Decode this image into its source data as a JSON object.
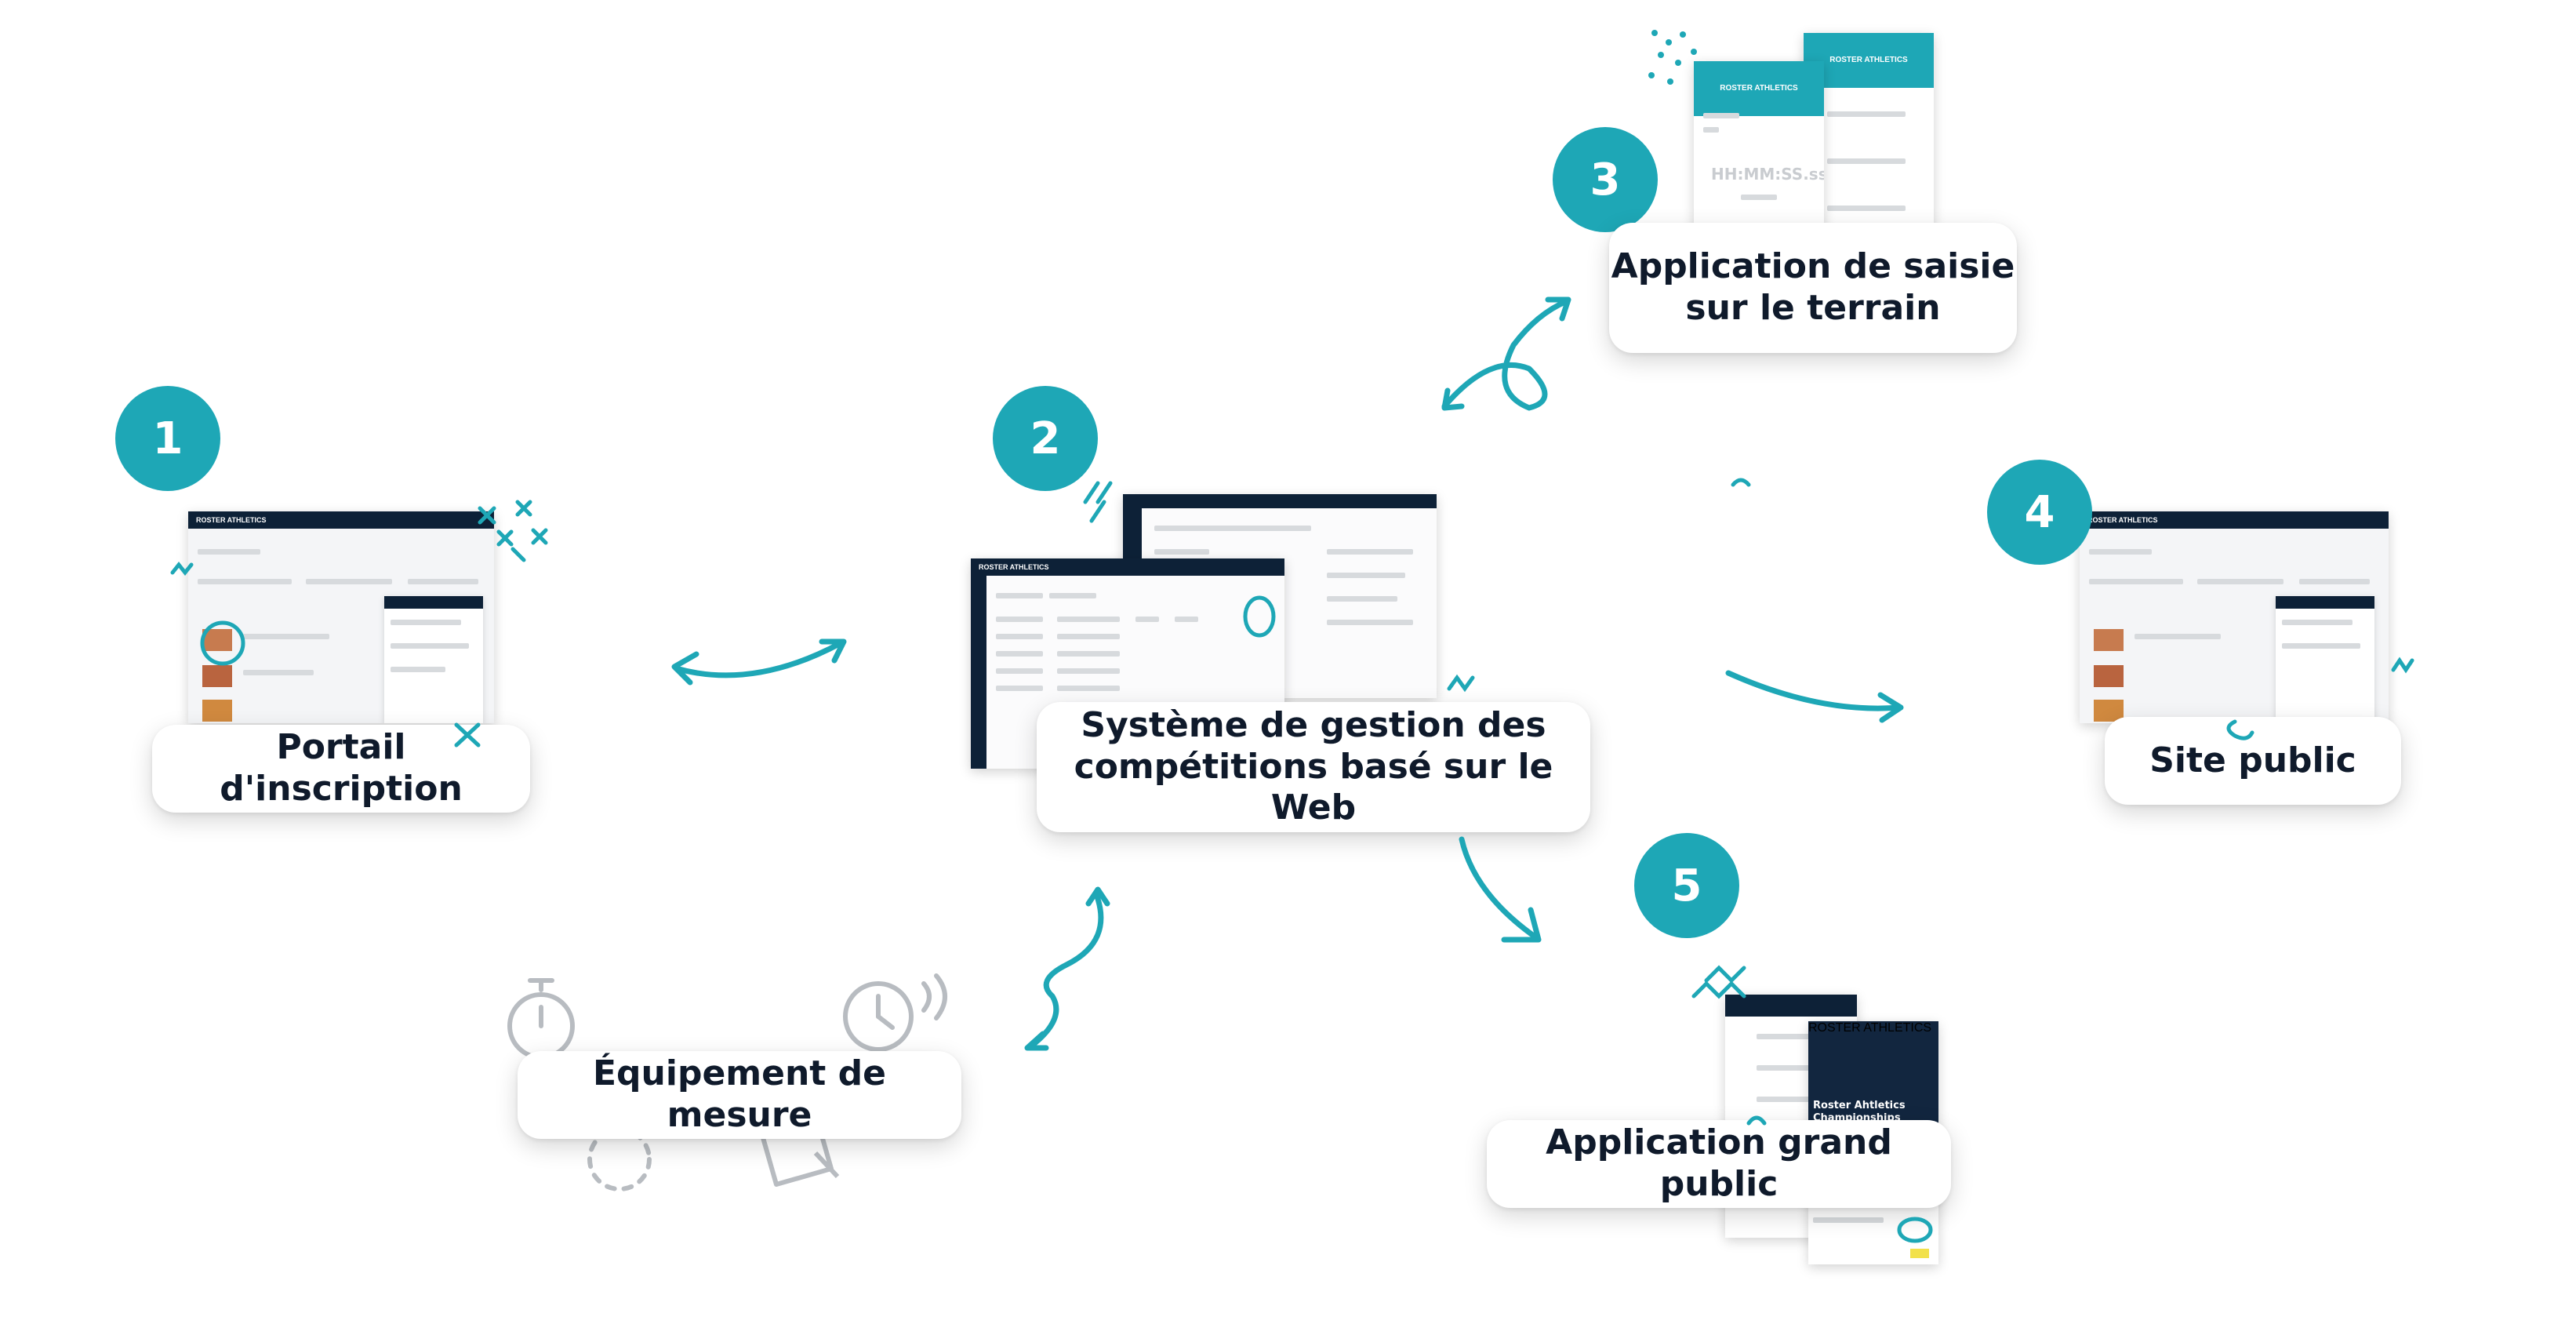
{
  "nodes": [
    {
      "number": "1",
      "label": "Portail d'inscription"
    },
    {
      "number": "2",
      "label": "Système de gestion des compétitions basé sur le Web"
    },
    {
      "number": "3",
      "label": "Application de saisie sur le terrain"
    },
    {
      "number": "4",
      "label": "Site public"
    },
    {
      "number": "5",
      "label": "Application grand public"
    },
    {
      "number": "",
      "label": "Équipement de mesure"
    }
  ],
  "screens": {
    "brand": "ROSTER ATHLETICS",
    "timer_text": "HH:MM:SS.ss",
    "championship_title": "Roster Ahtletics Championships"
  },
  "colors": {
    "accent": "#1ea7b6",
    "navy": "#0d2137",
    "text": "#0f1a2b",
    "icon_gray": "#b8bcc1"
  },
  "icons": [
    "stopwatch-icon",
    "clock-icon",
    "timer-icon",
    "camera-icon"
  ]
}
